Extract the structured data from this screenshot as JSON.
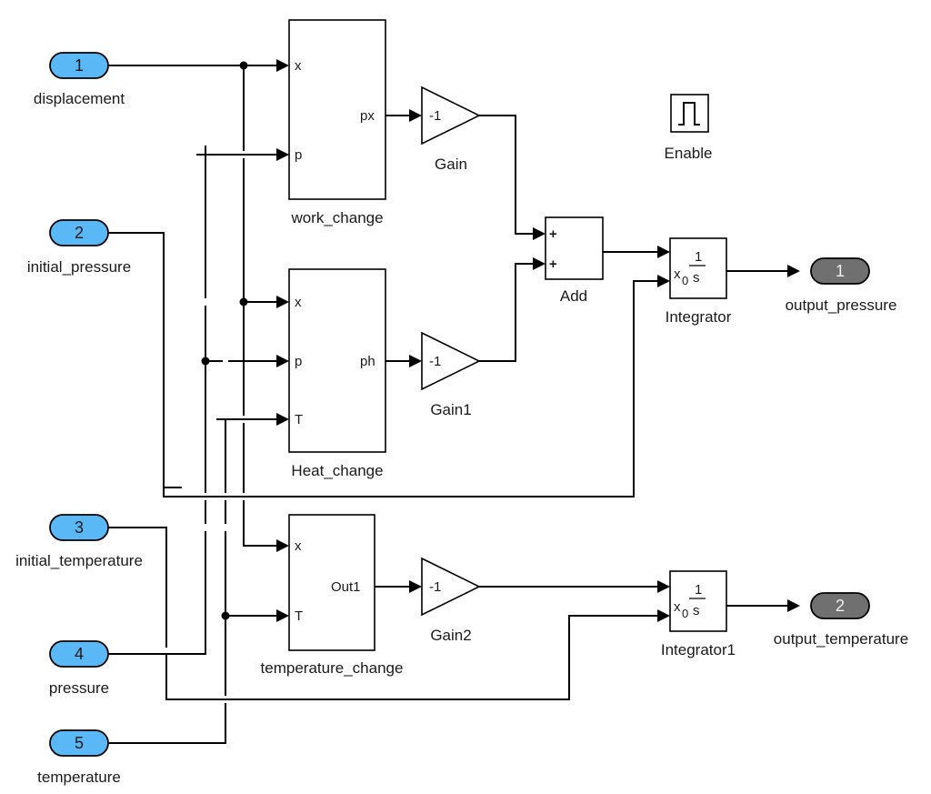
{
  "inports": [
    {
      "num": "1",
      "name": "displacement"
    },
    {
      "num": "2",
      "name": "initial_pressure"
    },
    {
      "num": "3",
      "name": "initial_temperature"
    },
    {
      "num": "4",
      "name": "pressure"
    },
    {
      "num": "5",
      "name": "temperature"
    }
  ],
  "outports": [
    {
      "num": "1",
      "name": "output_pressure"
    },
    {
      "num": "2",
      "name": "output_temperature"
    }
  ],
  "subsystems": {
    "work_change": {
      "name": "work_change",
      "inputs": [
        "x",
        "p"
      ],
      "output": "px"
    },
    "heat_change": {
      "name": "Heat_change",
      "inputs": [
        "x",
        "p",
        "T"
      ],
      "output": "ph"
    },
    "temperature_change": {
      "name": "temperature_change",
      "inputs": [
        "x",
        "T"
      ],
      "output": "Out1"
    }
  },
  "gains": [
    {
      "name": "Gain",
      "value": "-1"
    },
    {
      "name": "Gain1",
      "value": "-1"
    },
    {
      "name": "Gain2",
      "value": "-1"
    }
  ],
  "add": {
    "name": "Add",
    "signs": [
      "+",
      "+"
    ]
  },
  "integrators": [
    {
      "name": "Integrator",
      "num": "1",
      "den": "s",
      "ic": "x",
      "ic_sub": "0"
    },
    {
      "name": "Integrator1",
      "num": "1",
      "den": "s",
      "ic": "x",
      "ic_sub": "0"
    }
  ],
  "enable": {
    "name": "Enable"
  }
}
